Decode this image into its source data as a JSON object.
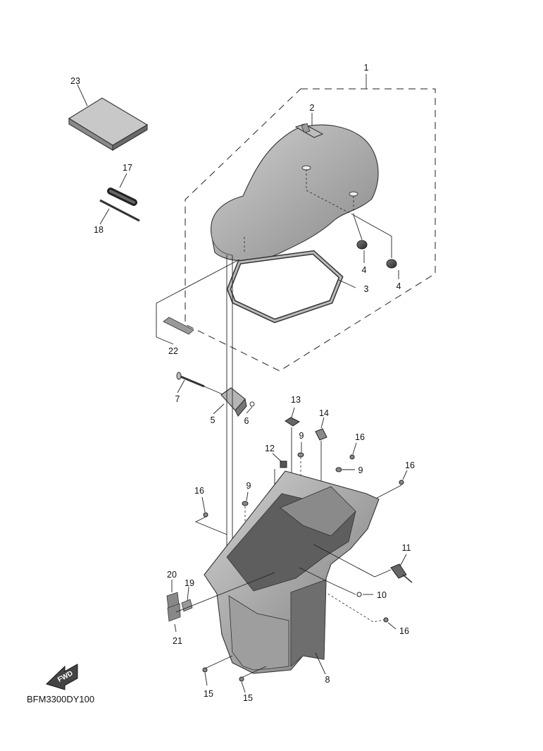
{
  "diagram_code": "BFM3300DY100",
  "fwd_label": "FWD",
  "callouts": [
    {
      "id": "c1",
      "text": "1"
    },
    {
      "id": "c2",
      "text": "2"
    },
    {
      "id": "c3",
      "text": "3"
    },
    {
      "id": "c4a",
      "text": "4"
    },
    {
      "id": "c4b",
      "text": "4"
    },
    {
      "id": "c5",
      "text": "5"
    },
    {
      "id": "c6",
      "text": "6"
    },
    {
      "id": "c7",
      "text": "7"
    },
    {
      "id": "c8",
      "text": "8"
    },
    {
      "id": "c9a",
      "text": "9"
    },
    {
      "id": "c9b",
      "text": "9"
    },
    {
      "id": "c9c",
      "text": "9"
    },
    {
      "id": "c10",
      "text": "10"
    },
    {
      "id": "c11",
      "text": "11"
    },
    {
      "id": "c12",
      "text": "12"
    },
    {
      "id": "c13",
      "text": "13"
    },
    {
      "id": "c14",
      "text": "14"
    },
    {
      "id": "c15a",
      "text": "15"
    },
    {
      "id": "c15b",
      "text": "15"
    },
    {
      "id": "c16a",
      "text": "16"
    },
    {
      "id": "c16b",
      "text": "16"
    },
    {
      "id": "c16c",
      "text": "16"
    },
    {
      "id": "c16d",
      "text": "16"
    },
    {
      "id": "c17",
      "text": "17"
    },
    {
      "id": "c18",
      "text": "18"
    },
    {
      "id": "c19",
      "text": "19"
    },
    {
      "id": "c20",
      "text": "20"
    },
    {
      "id": "c21",
      "text": "21"
    },
    {
      "id": "c22",
      "text": "22"
    },
    {
      "id": "c23",
      "text": "23"
    }
  ]
}
